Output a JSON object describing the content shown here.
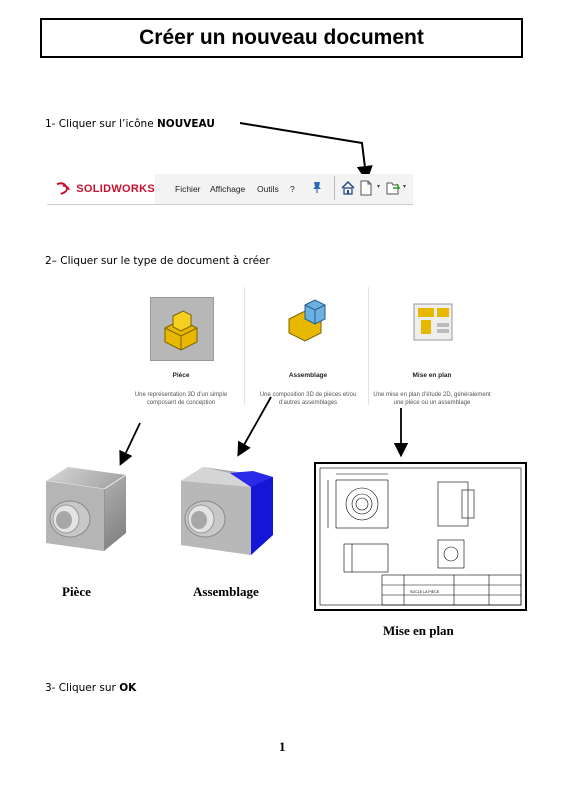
{
  "title": "Créer un nouveau document",
  "step1": {
    "text": "1- Cliquer sur l’icône ",
    "bold": "NOUVEAU"
  },
  "toolbar": {
    "logo_text": "SOLIDWORKS",
    "menu": [
      "Fichier",
      "Affichage",
      "Outils",
      "?"
    ]
  },
  "step2": {
    "text": "2– Cliquer sur le type de document à créer"
  },
  "doc_types": [
    {
      "label": "Pièce",
      "description": "Une représentation 3D d’un simple composant de conception"
    },
    {
      "label": "Assemblage",
      "description": "Une composition 3D de pièces et/ou d’autres assemblages"
    },
    {
      "label": "Mise en plan",
      "description": "Une mise en plan d’étude 2D, généralement une pièce ou un assemblage"
    }
  ],
  "captions": {
    "piece": "Pièce",
    "assemblage": "Assemblage",
    "mise_en_plan": "Mise en plan"
  },
  "drawing_titleblock": {
    "name": "SOCLE LA PIECE"
  },
  "step3": {
    "text": "3- Cliquer sur ",
    "bold": "OK"
  },
  "page_number": "1",
  "colors": {
    "accent_red": "#c8102e",
    "part_yellow": "#f5c518",
    "assembly_blue": "#1515d8",
    "part_gray": "#9a9a9a"
  }
}
